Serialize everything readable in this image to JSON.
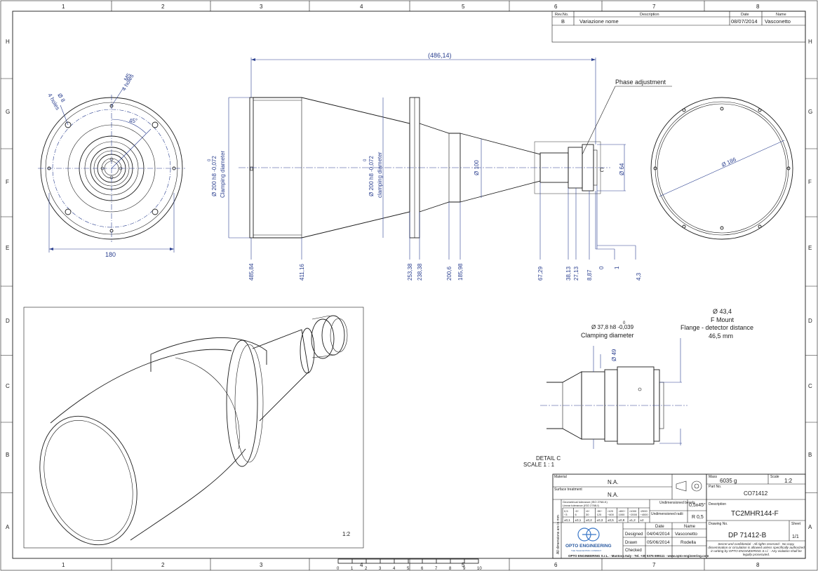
{
  "frame": {
    "columns": [
      "1",
      "2",
      "3",
      "4",
      "5",
      "6",
      "7",
      "8"
    ],
    "rows": [
      "H",
      "G",
      "F",
      "E",
      "D",
      "C",
      "B",
      "A"
    ]
  },
  "revision": {
    "headers": {
      "rev": "Rev.No.",
      "desc": "Description",
      "date": "Date",
      "name": "Name"
    },
    "row": {
      "rev": "B",
      "desc": "Variazione nome",
      "date": "08/07/2014",
      "name": "Vasconetto"
    }
  },
  "front_view": {
    "hole_label_1": "M5",
    "hole_label_1b": "4 holes",
    "hole_label_2": "Ø 8",
    "hole_label_2b": "4 holes",
    "angle": "45°",
    "width": "180"
  },
  "side_view": {
    "overall": "(486,14)",
    "phase_label": "Phase adjustment",
    "clamp1_line1": "Ø 200 h8 -0,072",
    "clamp1_tol": "0",
    "clamp1_line2": "Clamping diameter",
    "clamp2_line1": "Ø 200 h8 -0,072",
    "clamp2_tol": "0",
    "clamp2_line2": "clamping diameter",
    "d100": "Ø 100",
    "d64": "Ø 64",
    "detail_c": "C",
    "positions": [
      "485,84",
      "411,16",
      "253,38",
      "238,38",
      "200,6",
      "185,98",
      "67,29",
      "38,13",
      "27,13",
      "8,87",
      "0",
      "1",
      "4,3"
    ]
  },
  "back_view": {
    "d186": "Ø 186"
  },
  "detail": {
    "d434": "Ø 43,4",
    "fmount": "F Mount",
    "flange": "Flange - detector distance",
    "flange_val": "46,5 mm",
    "clamp_line1": "Ø 37,8 h8 -0,039",
    "clamp_tol": "0",
    "clamp_line2": "Clamping diameter",
    "d49": "Ø 49",
    "title": "DETAIL C",
    "scale": "SCALE 1 : 1"
  },
  "iso_view": {
    "scale": "1:2"
  },
  "title_block": {
    "material_label": "Material",
    "material": "N.A.",
    "surface_label": "Surface treatment",
    "surface": "N.A.",
    "mass_label": "Mass",
    "mass": "6035 g",
    "scale_label": "Scale",
    "scale": "1:2",
    "part_label": "Part No.",
    "part": "CO71412",
    "description_label": "Description",
    "description": "TC2MHR144-F",
    "drawing_label": "Drawing No.",
    "drawing": "DP 71412-B",
    "sheet_label": "Sheet",
    "sheet": "1/1",
    "geo_tol": "Geometrical tolerance (ISO 2768-K)",
    "lin_tol": "Linear tolerance (ISO 2768-f)",
    "tol_cols": [
      "0,5\n÷3",
      "›3÷\n6",
      "›6÷\n30",
      "›30÷\n120",
      "›120\n÷400",
      "›400÷\n1000",
      "›1000\n÷2000",
      "›2000\n÷4000"
    ],
    "tol_vals": [
      "±0,1",
      "±0,1",
      "±0,2",
      "±0,3",
      "±0,5",
      "±0,8",
      "±1,2",
      "±2"
    ],
    "undim_bevels": "Undimensioned bevels",
    "bevel_val": "0,5x45°",
    "undim_radii": "Undimensioned radii",
    "radii_val": "R 0,5",
    "side_text": "All dimensions are in mm",
    "date_head": "Date",
    "name_head": "Name",
    "designed_label": "Designed",
    "designed_date": "04/04/2014",
    "designed_name": "Vasconetto",
    "drawn_label": "Drawn",
    "drawn_date": "05/06/2014",
    "drawn_name": "Rodella",
    "checked_label": "Checked",
    "company": "OPTO ENGINEERING",
    "tagline": "THE TELECENTRIC COMPANY",
    "confidential": "Secret and confidential - All rights reserved - No copy, dissemination or circulation is allowed unless specifically authorized in writing by OPTO ENGINEERING S.r.l. - Any violation shall be legally prosecuted.",
    "footer": "OPTO ENGINEERING S.r.L. - Mantova Italy - Tel. +39 0376 699111 - www.opto-engineering.com"
  },
  "scale_bar": [
    "0",
    "1",
    "2",
    "3",
    "4",
    "5",
    "6",
    "7",
    "8",
    "9",
    "10"
  ]
}
